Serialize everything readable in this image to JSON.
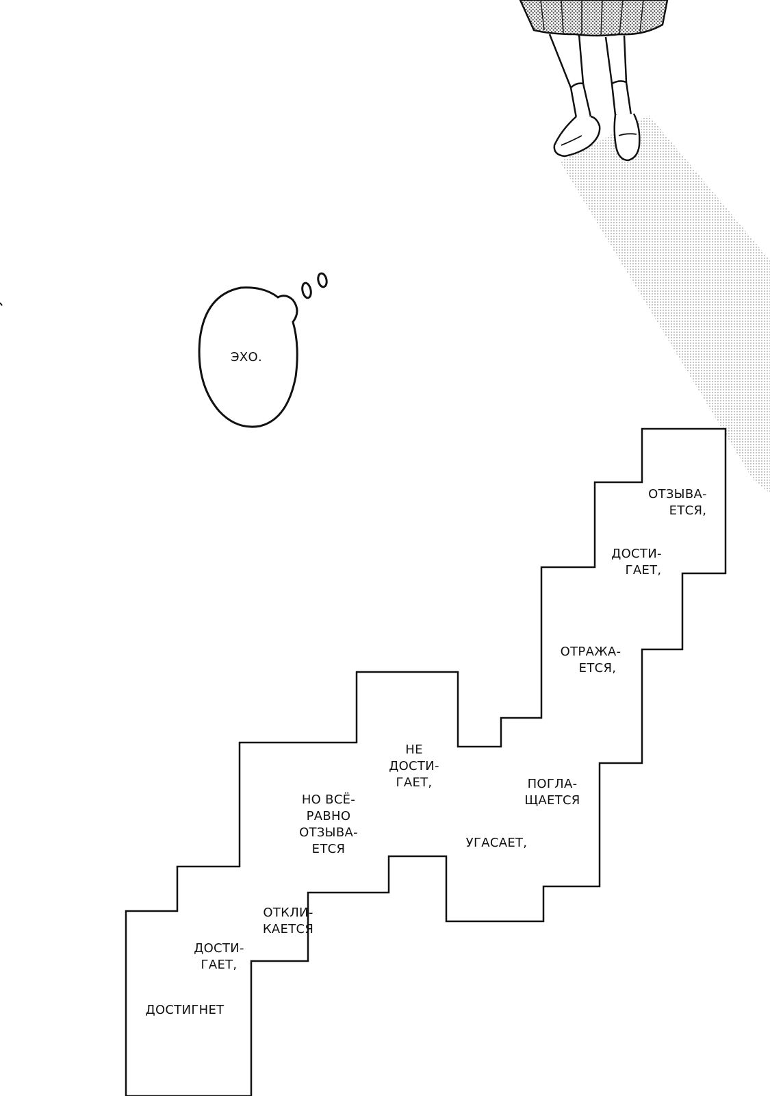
{
  "thought_bubble": {
    "text": "ЭХО."
  },
  "captions": [
    {
      "id": "c1",
      "lines": [
        "ОТЗЫВА-",
        "ЕТСЯ,"
      ]
    },
    {
      "id": "c2",
      "lines": [
        "ДОСТИ-",
        "ГАЕТ,"
      ]
    },
    {
      "id": "c3",
      "lines": [
        "ОТРАЖА-",
        "ЕТСЯ,"
      ]
    },
    {
      "id": "c4",
      "lines": [
        "НЕ",
        "ДОСТИ-",
        "ГАЕТ,"
      ]
    },
    {
      "id": "c5",
      "lines": [
        "ПОГЛА-",
        "ЩАЕТСЯ"
      ]
    },
    {
      "id": "c6",
      "lines": [
        "НО ВСЁ-",
        "РАВНО",
        "ОТЗЫВА-",
        "ЕТСЯ"
      ]
    },
    {
      "id": "c7",
      "lines": [
        "УГАСАЕТ,"
      ]
    },
    {
      "id": "c8",
      "lines": [
        "ОТКЛИ-",
        "КАЕТСЯ"
      ]
    },
    {
      "id": "c9",
      "lines": [
        "ДОСТИ-",
        "ГАЕТ,"
      ]
    },
    {
      "id": "c10",
      "lines": [
        "ДОСТИГНЕТ"
      ]
    }
  ],
  "colors": {
    "ink": "#111111",
    "screentone": "#9a9a9a",
    "paper": "#ffffff"
  }
}
